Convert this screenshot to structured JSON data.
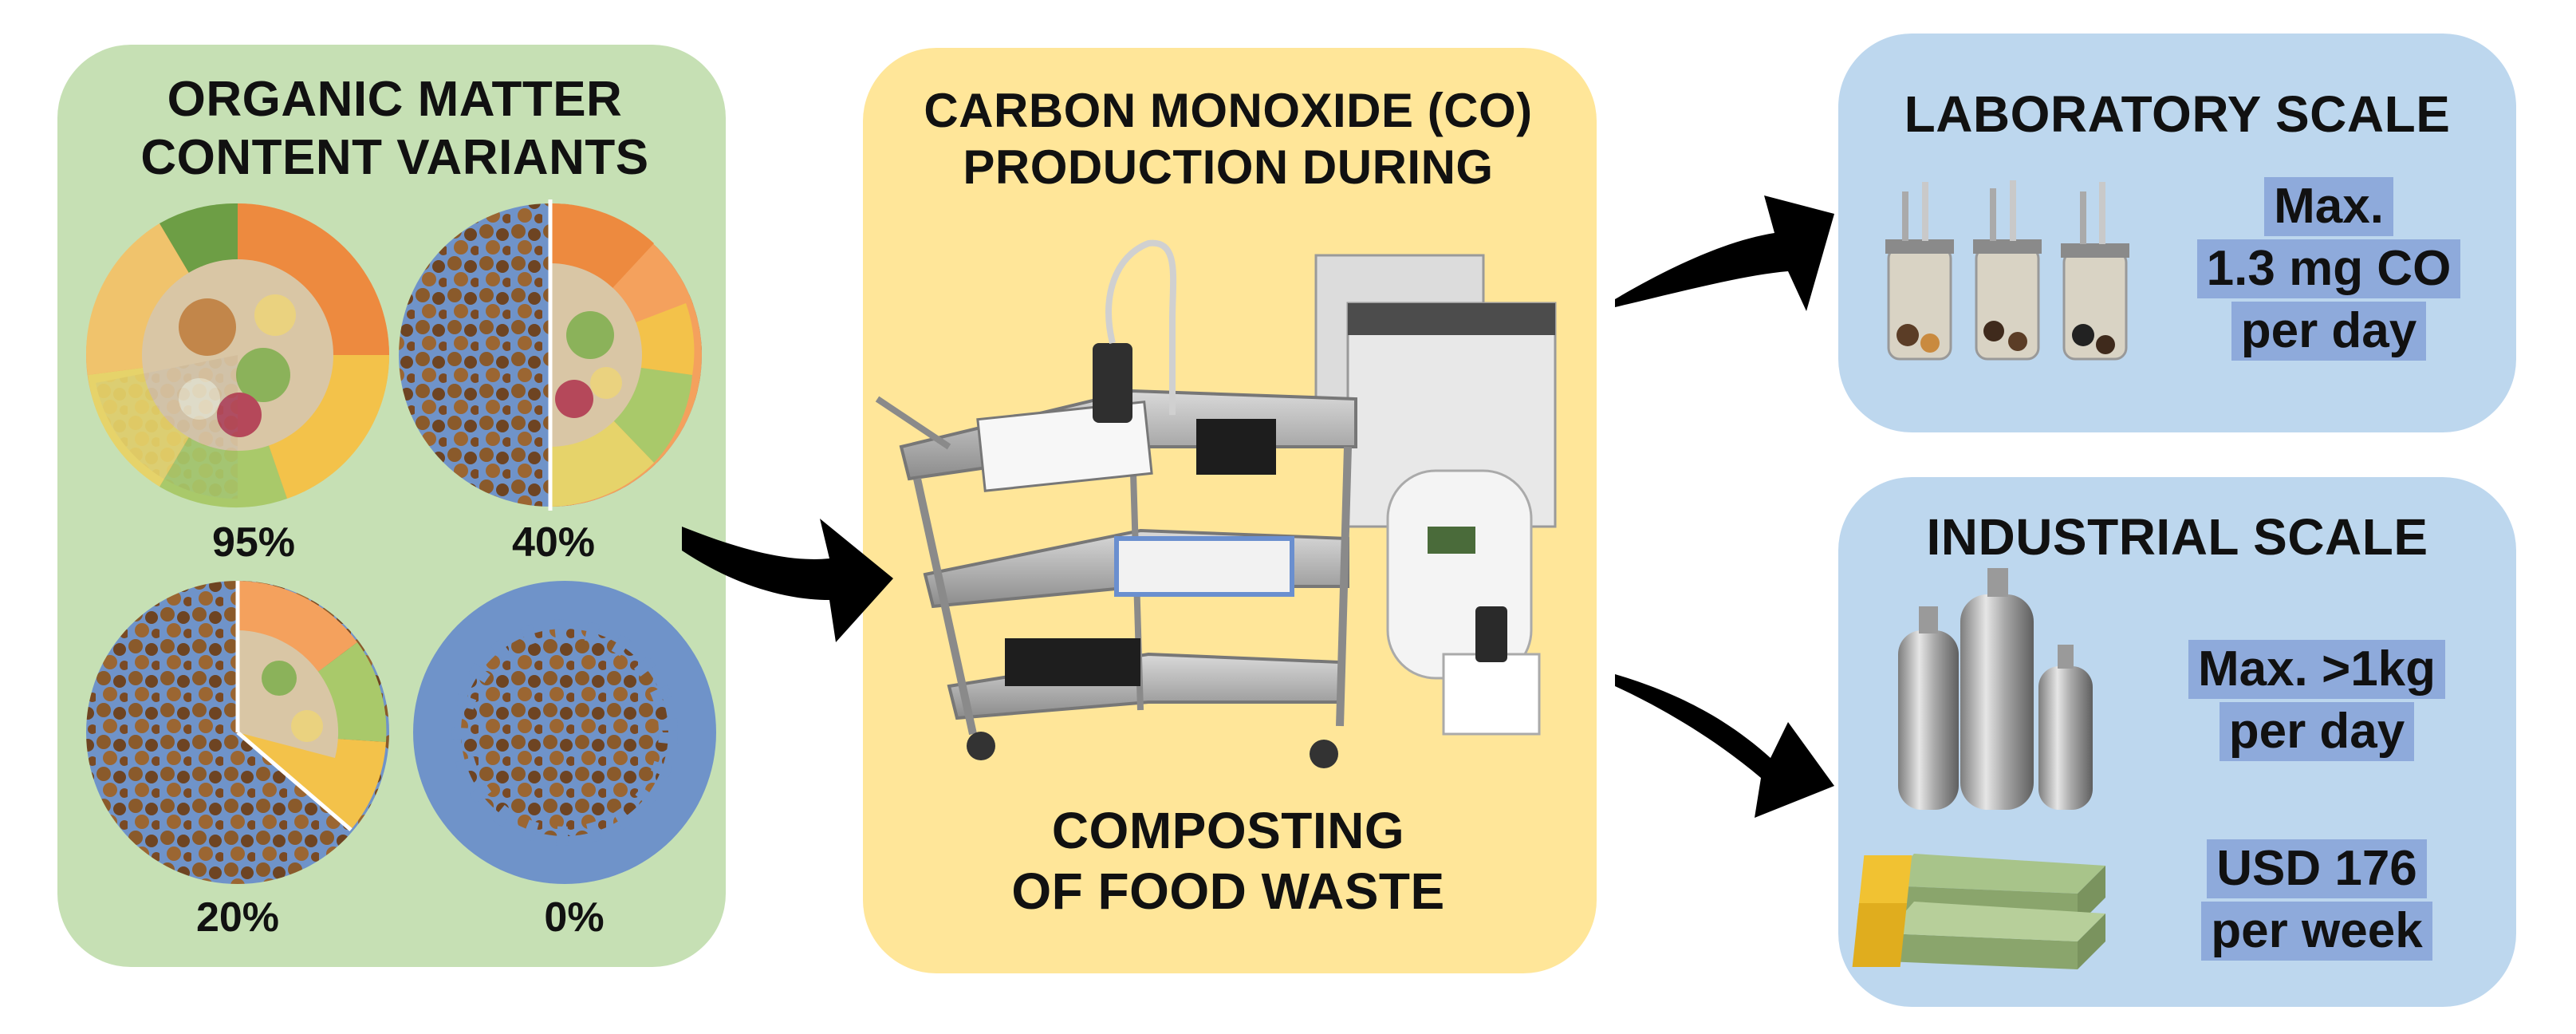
{
  "panels": {
    "organic": {
      "title": "ORGANIC MATTER\nCONTENT VARIANTS",
      "variants": [
        {
          "label": "95%",
          "organic_share": 0.95
        },
        {
          "label": "40%",
          "organic_share": 0.4
        },
        {
          "label": "20%",
          "organic_share": 0.2
        },
        {
          "label": "0%",
          "organic_share": 0.0
        }
      ]
    },
    "process": {
      "title_top": "CARBON MONOXIDE (CO)\nPRODUCTION DURING",
      "title_bottom": "COMPOSTING\nOF FOOD WASTE"
    },
    "laboratory": {
      "title": "LABORATORY SCALE",
      "result_lines": [
        "Max.",
        "1.3 mg CO",
        "per day"
      ]
    },
    "industrial": {
      "title": "INDUSTRIAL SCALE",
      "production_lines": [
        "Max. >1kg",
        "per day"
      ],
      "value_lines": [
        "USD 176",
        "per week"
      ]
    }
  },
  "colors": {
    "green_panel": "#c6e0b4",
    "yellow_panel": "#ffe699",
    "blue_panel": "#bdd7ee",
    "highlight": "#8eaadb",
    "pie_blue": "#6f93c9",
    "arrow": "#000000"
  },
  "icons": [
    "jar-icon",
    "gas-cylinder-icon",
    "money-stack-icon",
    "cart-equipment-icon"
  ]
}
